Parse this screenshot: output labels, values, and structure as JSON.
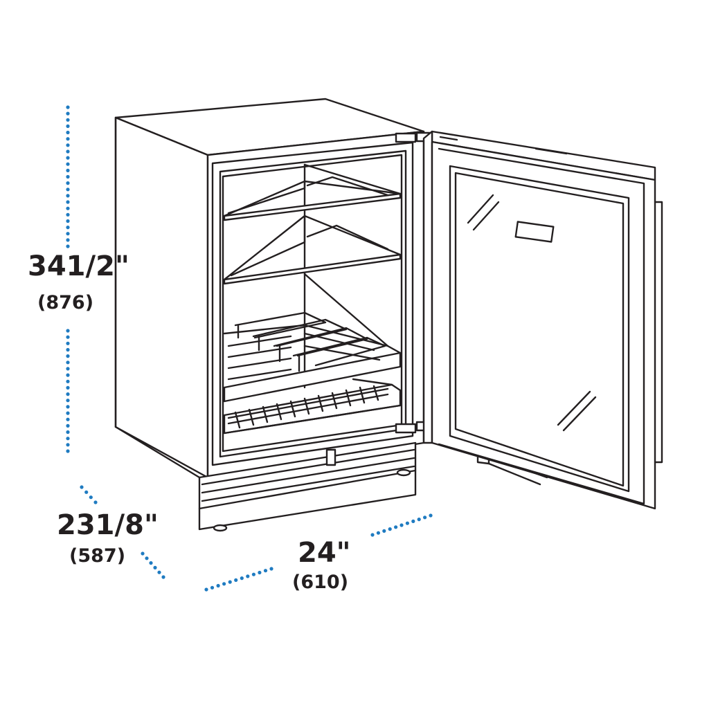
{
  "dimensions": {
    "height": {
      "imperial": "341/2\"",
      "metric": "(876)"
    },
    "depth": {
      "imperial": "231/8\"",
      "metric": "(587)"
    },
    "width": {
      "imperial": "24\"",
      "metric": "(610)"
    }
  },
  "colors": {
    "line": "#231f20",
    "dimension_dots": "#1f7bc1",
    "background": "#ffffff"
  }
}
